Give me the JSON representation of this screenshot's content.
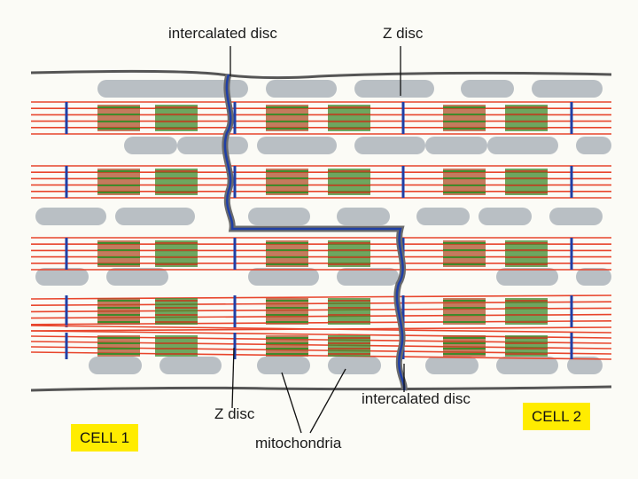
{
  "labels": {
    "intercalated_disc_top": "intercalated disc",
    "z_disc_top": "Z disc",
    "z_disc_bottom": "Z disc",
    "mitochondria": "mitochondria",
    "intercalated_disc_bottom": "intercalated disc",
    "cell_1": "CELL 1",
    "cell_2": "CELL 2"
  },
  "colors": {
    "background": "#fbfbf6",
    "actin": "#e8452c",
    "myosin_dark": "#b0502a",
    "myosin_green": "#3f8a2c",
    "z_disc": "#1f3fa6",
    "mitochondrion": "#b9bfc4",
    "membrane": "#555555",
    "label_box": "#ffec00"
  }
}
